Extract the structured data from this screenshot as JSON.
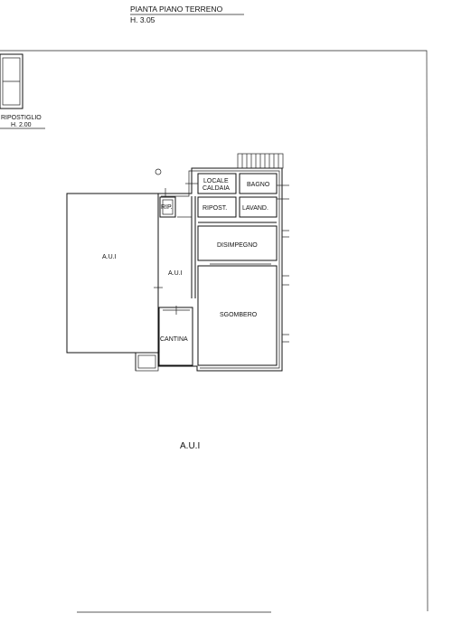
{
  "header": {
    "title": "PIANTA PIANO TERRENO",
    "height": "H. 3.05"
  },
  "storage": {
    "label": "RIPOSTIGLIO",
    "height": "H. 2.00"
  },
  "rooms": {
    "aui_left": "A.U.I",
    "aui_center": "A.U.I",
    "aui_bottom": "A.U.I",
    "locale_caldaia_line1": "LOCALE",
    "locale_caldaia_line2": "CALDAIA",
    "bagno": "BAGNO",
    "rip": "RIP.",
    "ripost": "RIPOST.",
    "lavand": "LAVAND.",
    "disimpegno": "DISIMPEGNO",
    "sgombero": "SGOMBERO",
    "cantina": "CANTINA"
  }
}
